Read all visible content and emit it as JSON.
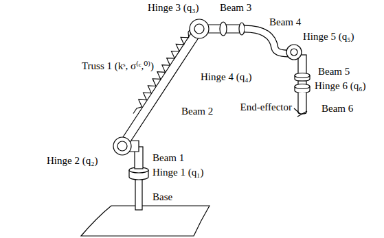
{
  "diagram": {
    "labels": [
      "Hinge 3 (q₃)",
      "Beam 3",
      "Beam 4",
      "Hinge 5 (q₅)",
      "Truss 1 (kˢ, σ⁽ᶜ,⁰⁾)",
      "Hinge 4 (q₄)",
      "Beam 5",
      "Beam 2",
      "Hinge 6 (q₆)",
      "End-effector",
      "Beam 6",
      "Hinge 2 (q₂)",
      "Beam 1",
      "Hinge 1 (q₁)",
      "Base"
    ]
  }
}
